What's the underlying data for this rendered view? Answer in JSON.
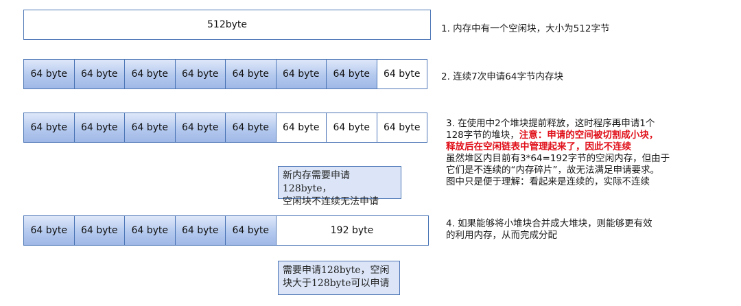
{
  "row1": {
    "block": "512byte"
  },
  "row2": {
    "cells": [
      "64 byte",
      "64 byte",
      "64 byte",
      "64 byte",
      "64 byte",
      "64 byte",
      "64 byte",
      "64 byte"
    ]
  },
  "row3": {
    "cells": [
      "64 byte",
      "64 byte",
      "64 byte",
      "64 byte",
      "64 byte",
      "64 byte",
      "64 byte",
      "64 byte"
    ]
  },
  "row4": {
    "cells": [
      "64 byte",
      "64 byte",
      "64 byte",
      "64 byte",
      "64 byte"
    ],
    "merged": "192 byte"
  },
  "notes": {
    "n1": "1. 内存中有一个空闲块，大小为512字节",
    "n2": "2. 连续7次申请64字节内存块",
    "n3_l1": "3. 在使用中2个堆块提前释放，这时程序再申请1个",
    "n3_l2a": "128字节的堆块，",
    "n3_l2b": "注意：申请的空间被切割成小块，",
    "n3_l3": "释放后在空闲链表中管理起来了，因此不连续",
    "n3_l4": "虽然堆区内目前有3*64=192字节的空闲内存，但由于",
    "n3_l5": "它们是不连续的“内存碎片”，故无法满足申请要求。",
    "n3_l6": "图中只是便于理解：看起来是连续的，实际不连续",
    "n4_l1": "4. 如果能够将小堆块合并成大堆块，则能够更有效",
    "n4_l2": "的利用内存，从而完成分配"
  },
  "callouts": {
    "c1_l1": "新内存需要申请128byte，",
    "c1_l2": "空闲块不连续无法申请",
    "c2_l1": "需要申请128byte，空闲",
    "c2_l2": "块大于128byte可以申请"
  },
  "colors": {
    "used_block": "#b4c9ee",
    "border": "#4a74b5",
    "warning_text": "#e0101a",
    "callout_bg": "#dbe5f7"
  }
}
